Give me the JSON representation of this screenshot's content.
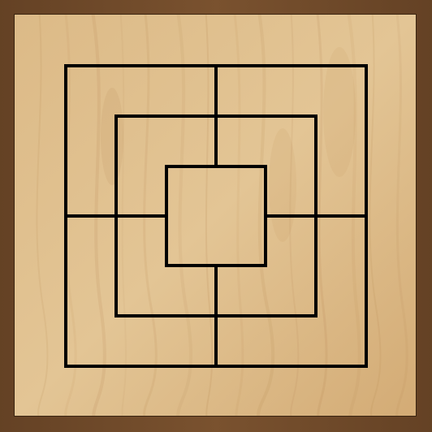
{
  "game": {
    "name": "",
    "board_type": "nine-mens-morris",
    "rings": 3,
    "points_per_ring": 8,
    "pieces_on_board": [],
    "colors": {
      "frame": "#7a5230",
      "wood_light": "#e2c392",
      "wood_mid": "#d2a874",
      "wood_dark": "#b8854f",
      "grain": "#a9743f",
      "line": "#000000"
    }
  }
}
